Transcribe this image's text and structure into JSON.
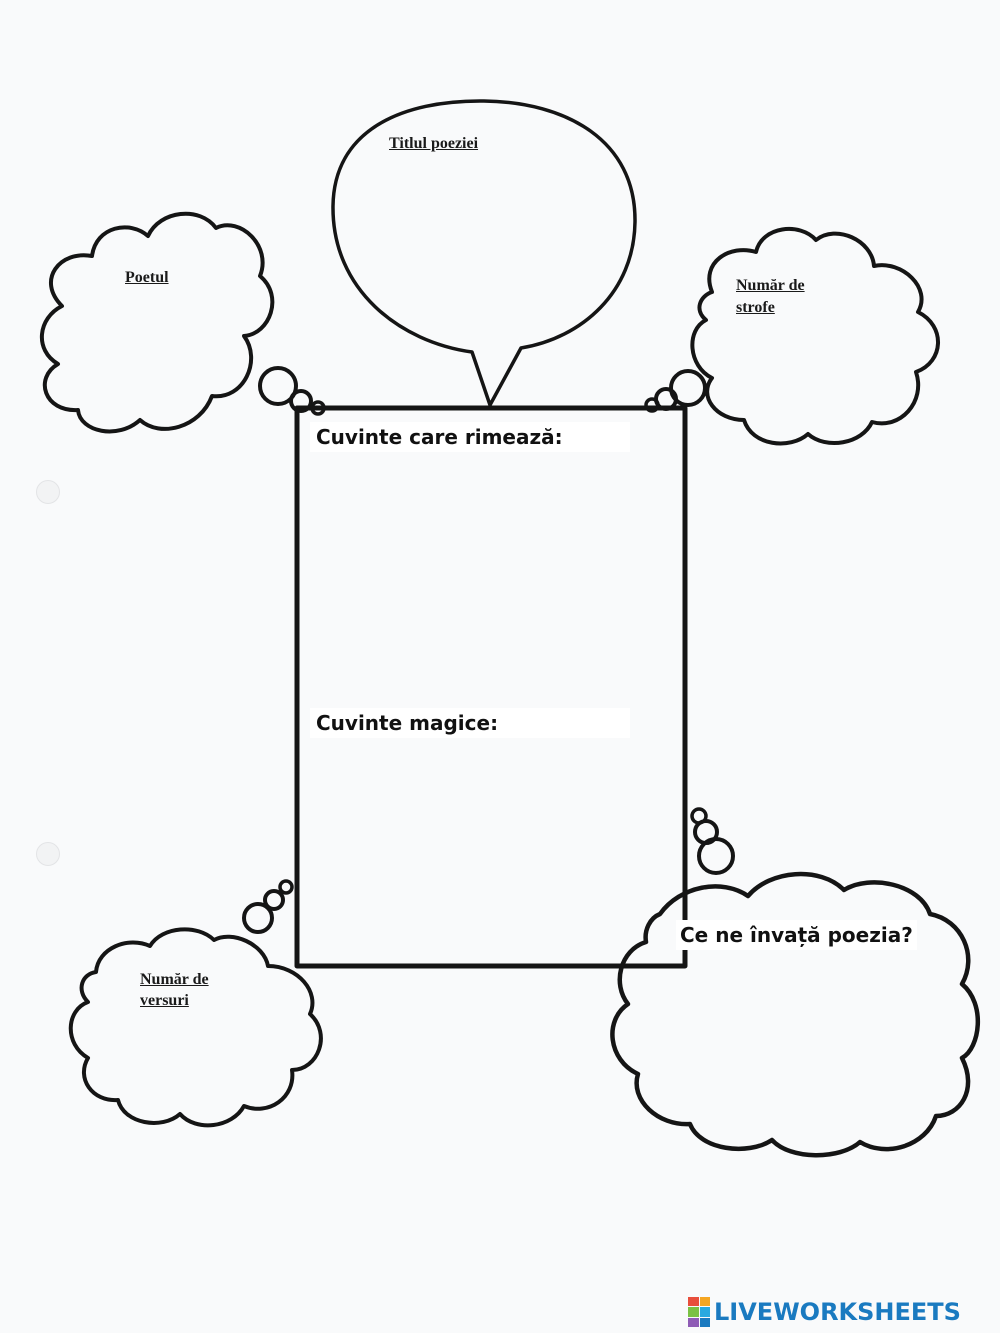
{
  "labels": {
    "title": "Titlul poeziei",
    "poet": "Poetul",
    "stanzas_line1": "Număr de",
    "stanzas_line2": "strofe",
    "verses_line1": "Număr de",
    "verses_line2": "versuri",
    "rhymes": "Cuvinte care rimează:",
    "magic": "Cuvinte magice:",
    "lesson": "Ce ne învață poezia?"
  },
  "watermark": {
    "text": "LIVEWORKSHEETS",
    "text_color": "#1a7ac0",
    "logo_colors": [
      "#e84e3c",
      "#f5a623",
      "#7ac143",
      "#29a9e0",
      "#8e5bb5",
      "#1a7ac0"
    ]
  },
  "colors": {
    "ink": "#151515",
    "paper": "#f9fafb"
  }
}
